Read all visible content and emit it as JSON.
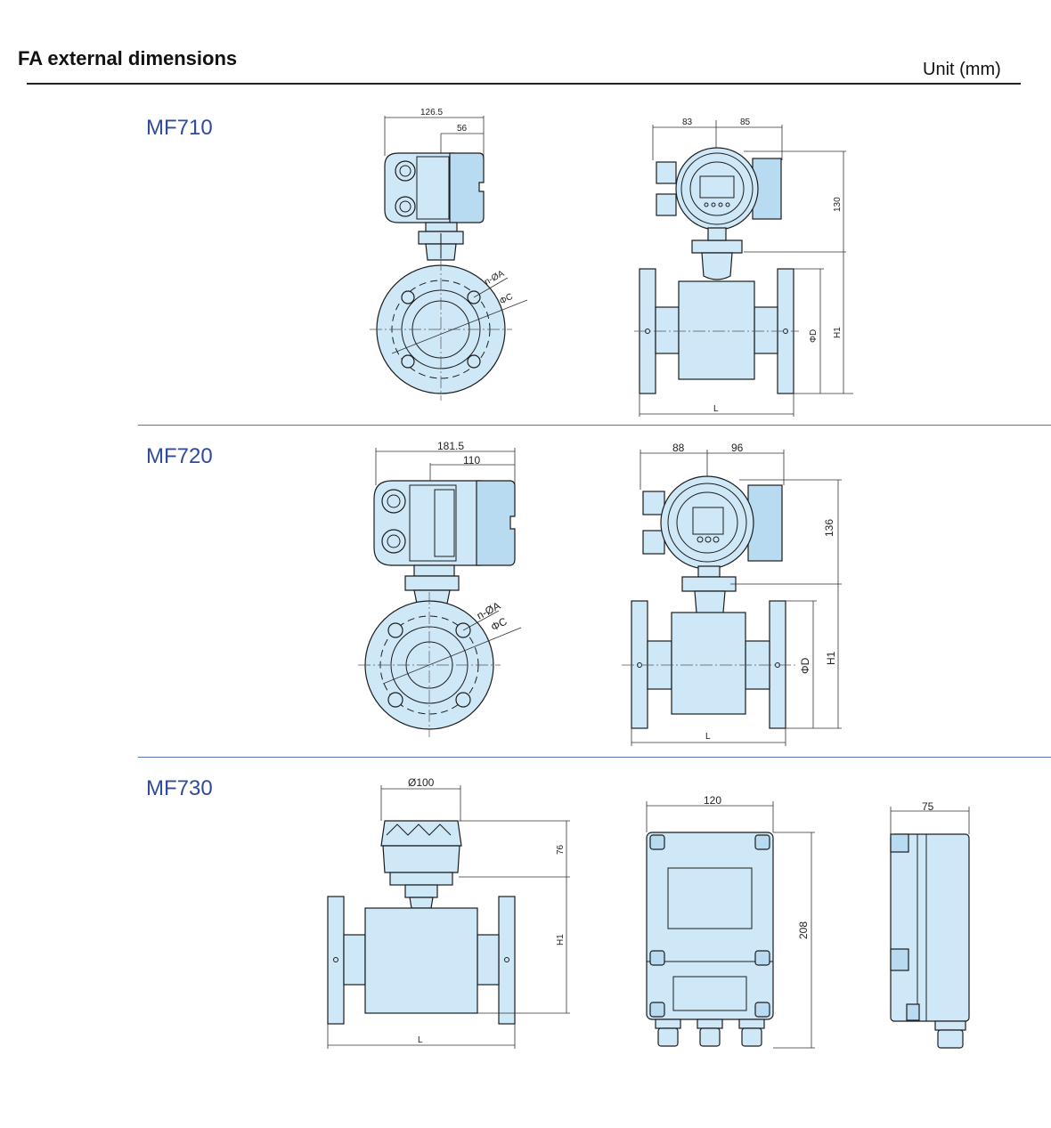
{
  "header": {
    "title": "FA external dimensions",
    "unit": "Unit (mm)"
  },
  "models": [
    {
      "name": "MF710",
      "dims": {
        "side_total": "126.5",
        "side_part": "56",
        "front_left": "83",
        "front_right": "85",
        "height": "130",
        "flange_holes": "n-ØA",
        "pitch": "ΦC",
        "flange_dia": "ΦD",
        "pipe_height": "H1",
        "length": "L"
      }
    },
    {
      "name": "MF720",
      "dims": {
        "side_total": "181.5",
        "side_part": "110",
        "front_left": "88",
        "front_right": "96",
        "height": "136",
        "flange_holes": "n-ØA",
        "pitch": "ΦC",
        "flange_dia": "ΦD",
        "pipe_height": "H1",
        "length": "L"
      }
    },
    {
      "name": "MF730",
      "dims": {
        "head_dia": "Ø100",
        "head_height": "76",
        "pipe_height": "H1",
        "length": "L",
        "box_width": "120",
        "box_height": "208",
        "box_depth": "75"
      }
    }
  ]
}
